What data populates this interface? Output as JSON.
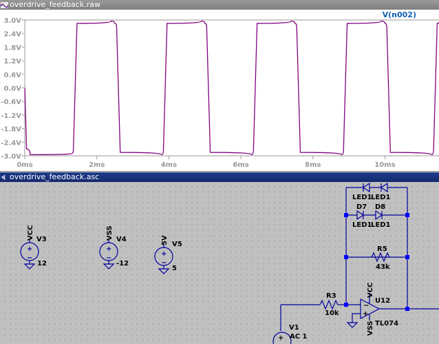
{
  "plot_window": {
    "title": "overdrive_feedback.raw"
  },
  "schematic_window": {
    "title": "overdrive_feedback.asc"
  },
  "chart_data": {
    "type": "line",
    "title": "",
    "xlabel": "",
    "ylabel": "",
    "xlim": [
      0,
      11.5
    ],
    "ylim": [
      -3.0,
      3.0
    ],
    "x_ticks": [
      "0ms",
      "2ms",
      "4ms",
      "6ms",
      "8ms",
      "10ms"
    ],
    "x_tick_values": [
      0,
      2,
      4,
      6,
      8,
      10
    ],
    "y_ticks": [
      "3.0V",
      "2.4V",
      "1.8V",
      "1.2V",
      "0.6V",
      "0.0V",
      "-0.6V",
      "-1.2V",
      "-1.8V",
      "-2.4V",
      "-3.0V"
    ],
    "y_tick_values": [
      3.0,
      2.4,
      1.8,
      1.2,
      0.6,
      0.0,
      -0.6,
      -1.2,
      -1.8,
      -2.4,
      -3.0
    ],
    "series": [
      {
        "name": "V(n002)",
        "color": "#800080",
        "x": [
          0,
          0.05,
          0.15,
          1.3,
          1.35,
          1.45,
          2.4,
          2.5,
          2.55,
          2.65,
          3.8,
          3.85,
          3.95,
          4.9,
          5.0,
          5.05,
          5.15,
          6.3,
          6.35,
          6.45,
          7.4,
          7.5,
          7.55,
          7.65,
          8.8,
          8.85,
          8.95,
          9.9,
          10.0,
          10.05,
          10.15,
          11.3,
          11.35,
          11.45,
          11.5
        ],
        "y": [
          0,
          -2.7,
          -2.95,
          -2.9,
          -2.7,
          2.85,
          2.95,
          2.85,
          2.7,
          -2.85,
          -2.95,
          -2.7,
          2.85,
          2.95,
          2.85,
          2.7,
          -2.85,
          -2.95,
          -2.7,
          2.85,
          2.95,
          2.85,
          2.7,
          -2.85,
          -2.95,
          -2.7,
          2.85,
          2.95,
          2.85,
          2.7,
          -2.85,
          -2.95,
          -2.7,
          2.85,
          2.9
        ]
      }
    ],
    "legend": "top-right"
  },
  "schematic": {
    "sources": [
      {
        "name": "V3",
        "net": "VCC",
        "value": "12"
      },
      {
        "name": "V4",
        "net": "VSS",
        "value": "-12"
      },
      {
        "name": "V5",
        "net": "5V",
        "value": "5"
      },
      {
        "name": "V1",
        "value": "AC 1"
      }
    ],
    "diodes_top": [
      "LED1",
      "LED1"
    ],
    "d7": {
      "name": "D7",
      "model": "LED1"
    },
    "d8": {
      "name": "D8",
      "model": "LED1"
    },
    "r5": {
      "name": "R5",
      "value": "43k"
    },
    "r3": {
      "name": "R3",
      "value": "10k"
    },
    "opamp": {
      "name": "U12",
      "model": "TL074",
      "vcc": "VCC",
      "vss": "VSS"
    },
    "plus": "+",
    "minus": "−"
  }
}
